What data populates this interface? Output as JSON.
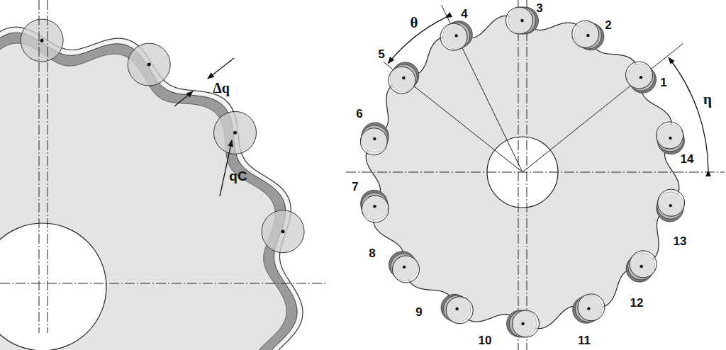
{
  "diagram": {
    "labels": [
      "Δq",
      "qC",
      "θ",
      "η",
      "1",
      "2",
      "3",
      "4",
      "5",
      "6",
      "7",
      "8",
      "9",
      "10",
      "11",
      "12",
      "13",
      "14"
    ]
  }
}
